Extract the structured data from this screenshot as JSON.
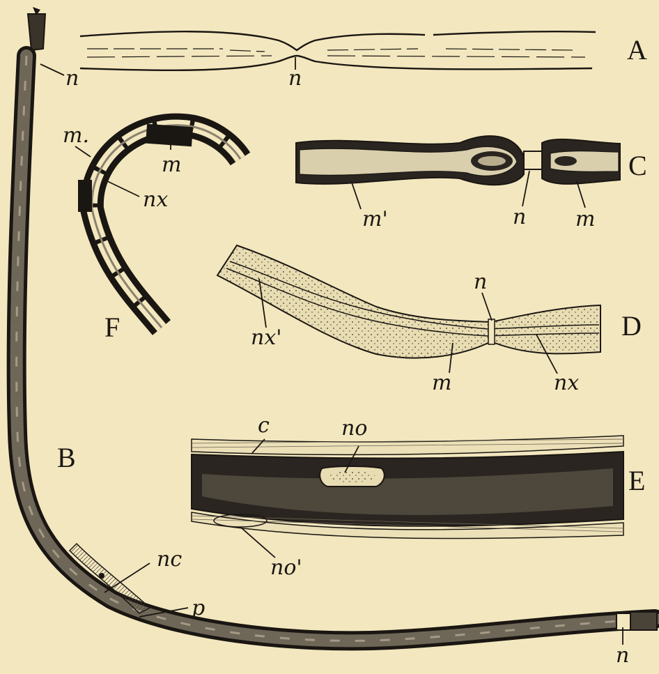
{
  "figure": {
    "panels": {
      "A": {
        "caption": "A",
        "labels": {
          "node": "n"
        }
      },
      "B": {
        "caption": "B",
        "labels": {
          "node_top": "n",
          "nucleus": "nc",
          "p": "p",
          "node_bottom": "n"
        }
      },
      "C": {
        "caption": "C",
        "labels": {
          "myelin_left": "m'",
          "node": "n",
          "myelin_right": "m"
        }
      },
      "D": {
        "caption": "D",
        "labels": {
          "node": "n",
          "axis_left": "nx'",
          "myelin": "m",
          "axis_right": "nx"
        }
      },
      "E": {
        "caption": "E",
        "labels": {
          "c": "c",
          "nucleus": "no",
          "nucleus_lower": "no'"
        }
      },
      "F": {
        "caption": "F",
        "labels": {
          "m_dot": "m.",
          "m": "m",
          "axis": "nx"
        }
      }
    },
    "colors": {
      "paper": "#f3e7bf",
      "ink": "#1a1612",
      "fiber_fill": "#6e6657",
      "dark_myelin": "#2a2520"
    }
  }
}
